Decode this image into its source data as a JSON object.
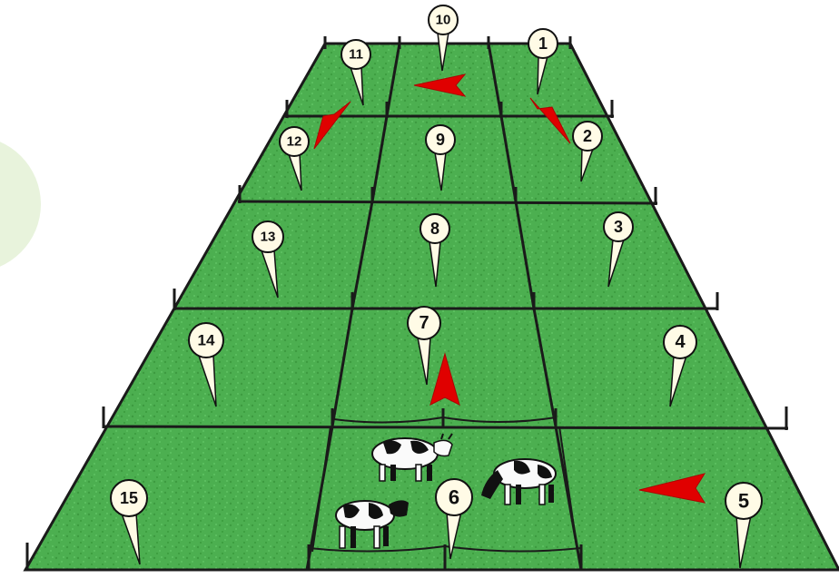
{
  "colors": {
    "grass": "#4caf50",
    "grass_dark": "#2e7d32",
    "fence": "#1a1a1a",
    "arrow": "#e00000",
    "pin_head": "#fffbe6",
    "background_blob": "#e8f3dc"
  },
  "paddocks": [
    {
      "label": "1"
    },
    {
      "label": "2"
    },
    {
      "label": "3"
    },
    {
      "label": "4"
    },
    {
      "label": "5"
    },
    {
      "label": "6"
    },
    {
      "label": "7"
    },
    {
      "label": "8"
    },
    {
      "label": "9"
    },
    {
      "label": "10"
    },
    {
      "label": "11"
    },
    {
      "label": "12"
    },
    {
      "label": "13"
    },
    {
      "label": "14"
    },
    {
      "label": "15"
    }
  ],
  "rotation_arrows": 5,
  "cows": 3
}
